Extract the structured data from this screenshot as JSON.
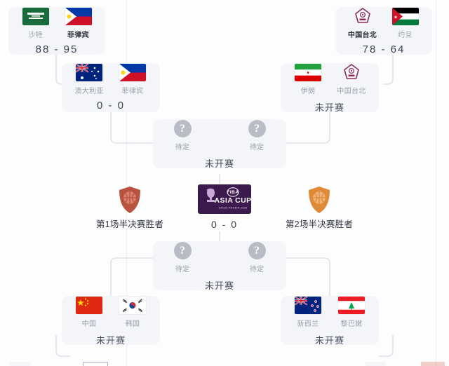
{
  "tournament": {
    "logo_text_top": "FIBA",
    "logo_text_main": "ASIA CUP",
    "logo_text_sub": "SAUDI ARABIA 2025",
    "logo_bg": "#3d1a4e"
  },
  "labels": {
    "tbd_team": "待定",
    "not_started": "未开赛",
    "semi1_winner": "第1场半决赛胜者",
    "semi2_winner": "第2场半决赛胜者",
    "question_glyph": "?"
  },
  "colors": {
    "card_bg": "#f4f5f9",
    "page_bg": "#fdfdfe",
    "wire": "#dfe2ea",
    "tbd_circle": "#b9bcc4",
    "shield_left": "#b8533f",
    "shield_right": "#e08a38"
  },
  "matches": {
    "qf_top_left": {
      "id": "quarterfinal-saudi-philippines",
      "home": {
        "name": "沙特",
        "flag": "saudi-arabia-flag",
        "winner": false
      },
      "away": {
        "name": "菲律宾",
        "flag": "philippines-flag",
        "winner": true
      },
      "score": "88 - 95",
      "status": null
    },
    "sf_top_left": {
      "id": "semifinal-australia-philippines",
      "home": {
        "name": "澳大利亚",
        "flag": "australia-flag",
        "winner": false
      },
      "away": {
        "name": "菲律宾",
        "flag": "philippines-flag",
        "winner": false
      },
      "score": "0 - 0",
      "status": null
    },
    "qf_top_right": {
      "id": "quarterfinal-taipei-jordan",
      "home": {
        "name": "中国台北",
        "flag": "chinese-taipei-emblem",
        "winner": true
      },
      "away": {
        "name": "约旦",
        "flag": "jordan-flag",
        "winner": false
      },
      "score": "78 - 64",
      "status": null
    },
    "sf_top_right": {
      "id": "semifinal-iran-taipei",
      "home": {
        "name": "伊朗",
        "flag": "iran-flag",
        "winner": false
      },
      "away": {
        "name": "中国台北",
        "flag": "chinese-taipei-emblem",
        "winner": false
      },
      "score": null,
      "status": "未开赛"
    },
    "upper_tbd": {
      "id": "bracket-upper-tbd",
      "home": {
        "name": "待定",
        "flag": "question-mark-icon",
        "winner": false
      },
      "away": {
        "name": "待定",
        "flag": "question-mark-icon",
        "winner": false
      },
      "score": null,
      "status": "未开赛"
    },
    "lower_tbd": {
      "id": "bracket-lower-tbd",
      "home": {
        "name": "待定",
        "flag": "question-mark-icon",
        "winner": false
      },
      "away": {
        "name": "待定",
        "flag": "question-mark-icon",
        "winner": false
      },
      "score": null,
      "status": "未开赛"
    },
    "sf_bottom_left": {
      "id": "semifinal-china-korea",
      "home": {
        "name": "中国",
        "flag": "china-flag",
        "winner": false
      },
      "away": {
        "name": "韩国",
        "flag": "south-korea-flag",
        "winner": false
      },
      "score": null,
      "status": "未开赛"
    },
    "sf_bottom_right": {
      "id": "semifinal-newzealand-lebanon",
      "home": {
        "name": "新西兰",
        "flag": "new-zealand-flag",
        "winner": false
      },
      "away": {
        "name": "黎巴嫩",
        "flag": "lebanon-flag",
        "winner": false
      },
      "score": null,
      "status": "未开赛"
    }
  },
  "final": {
    "left_label": "第1场半决赛胜者",
    "right_label": "第2场半决赛胜者",
    "score": "0 - 0"
  }
}
